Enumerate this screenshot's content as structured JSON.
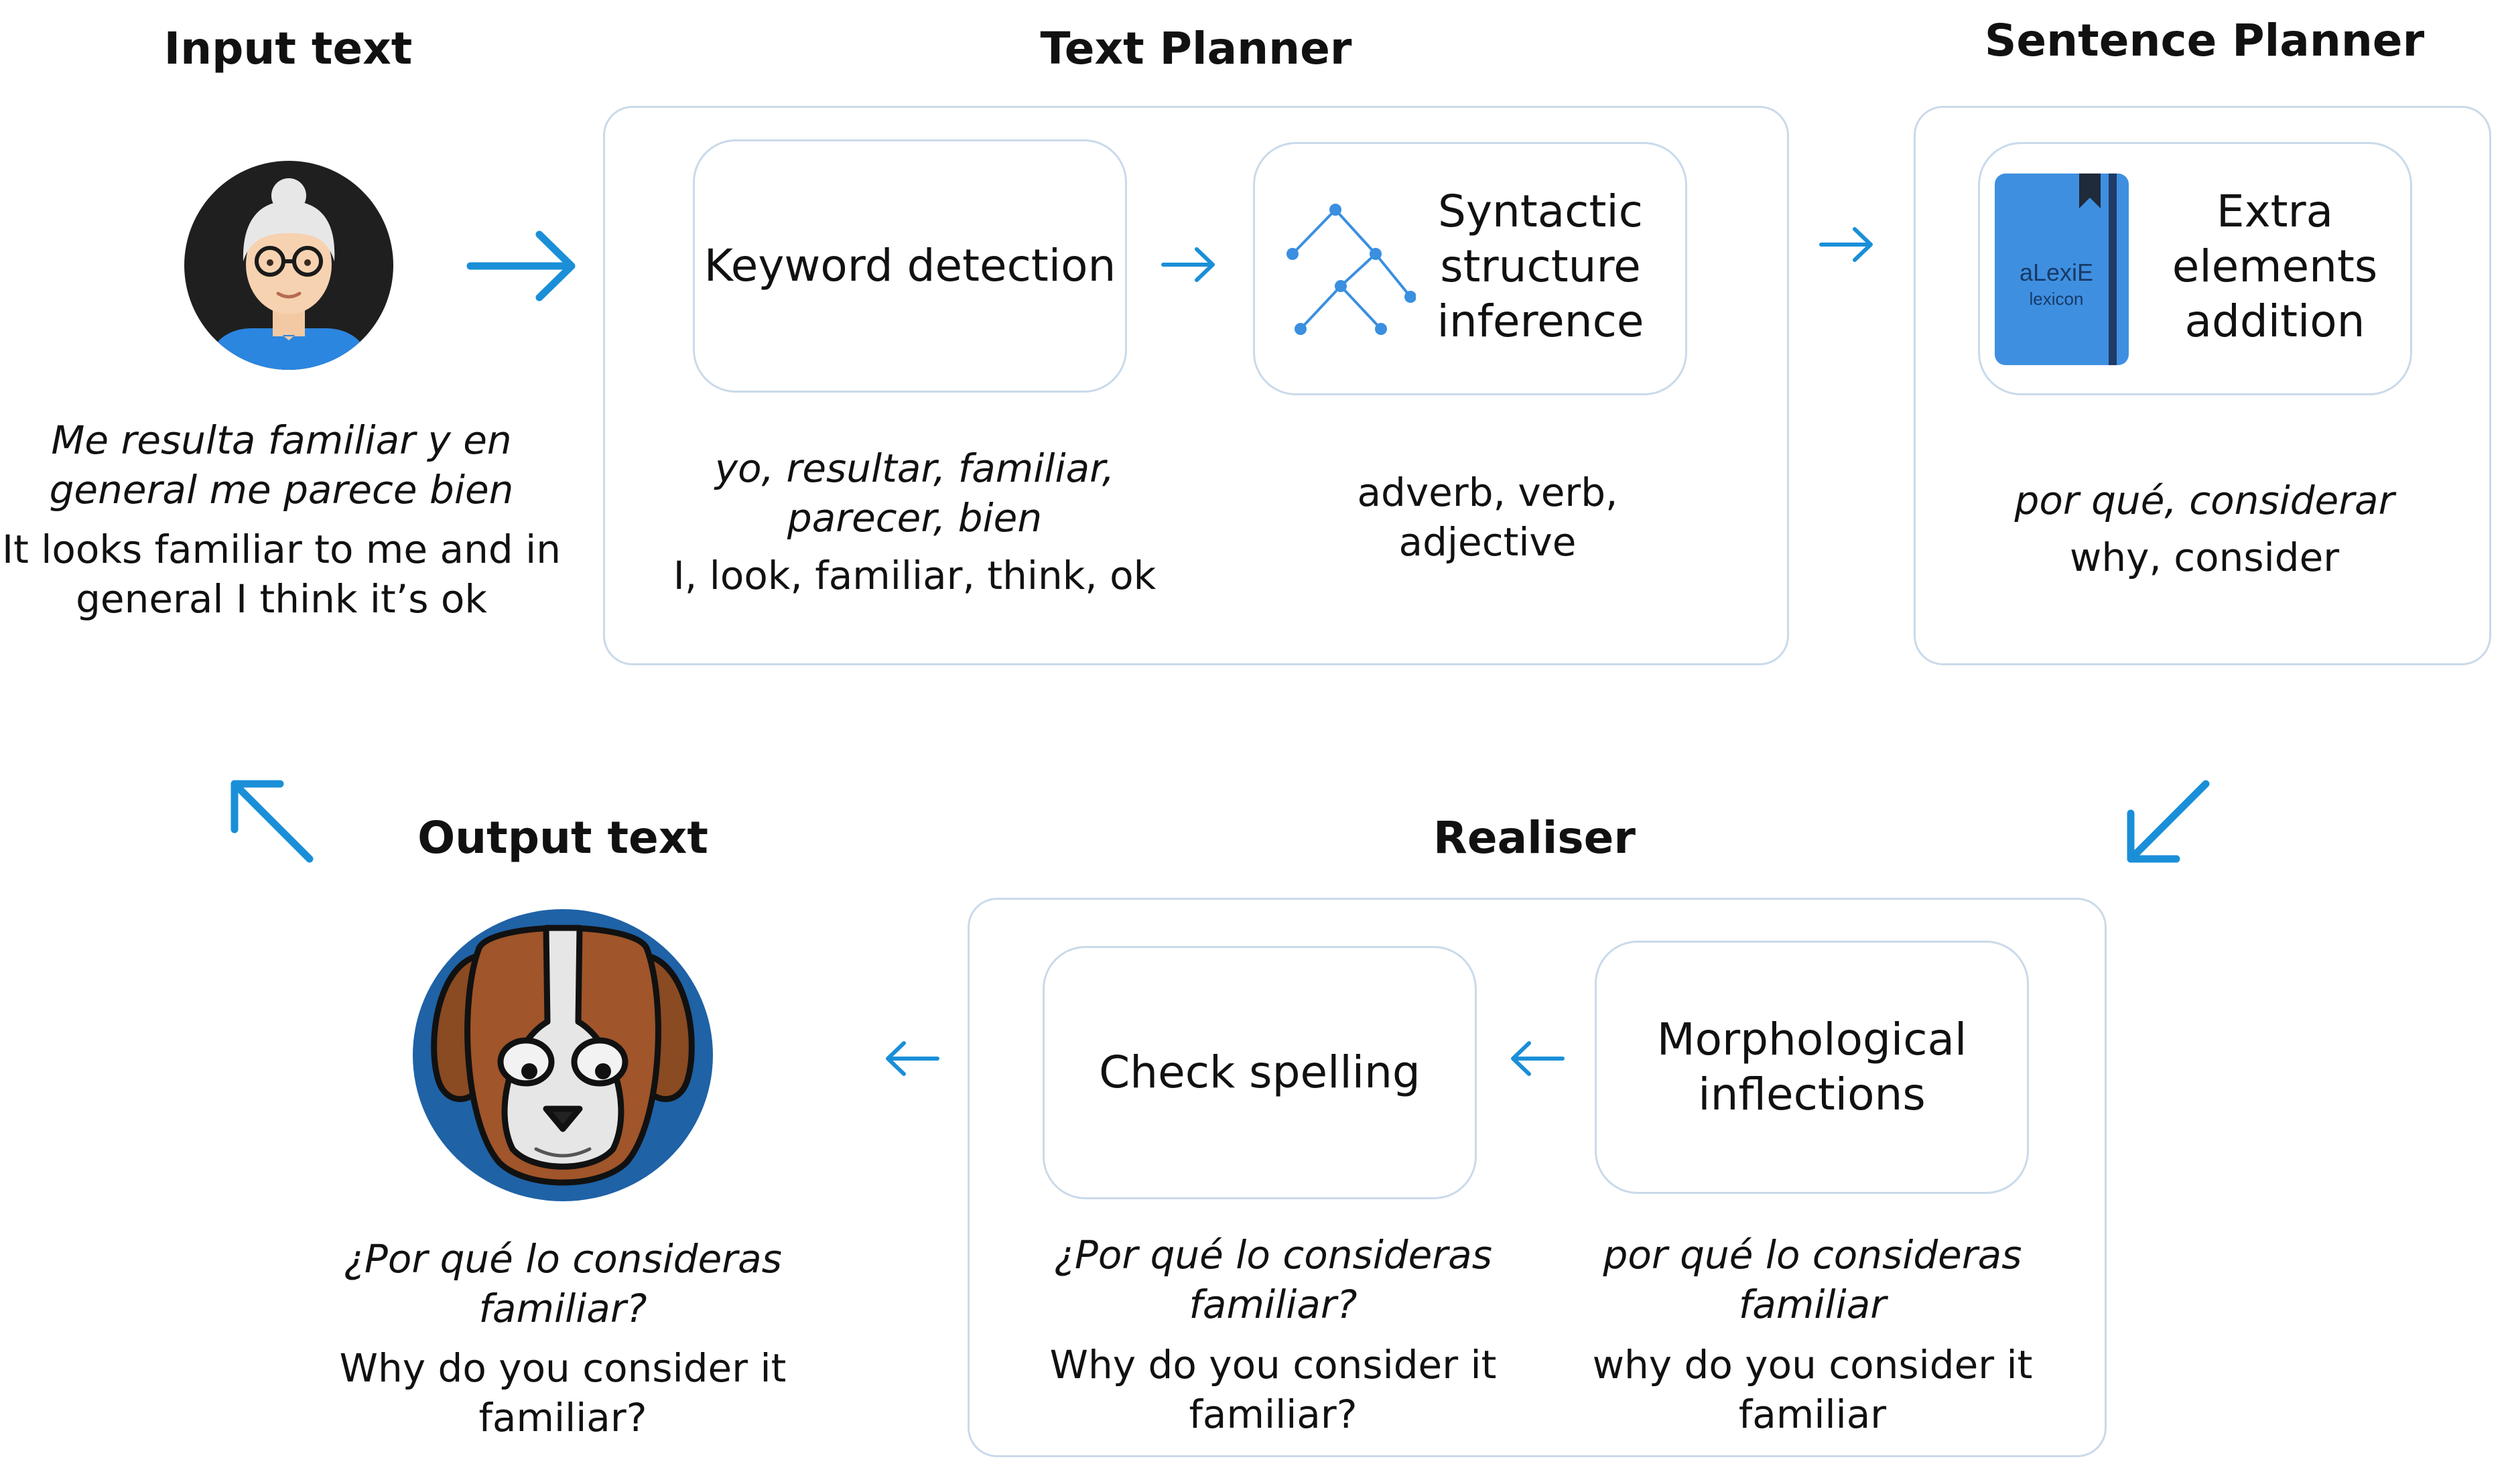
{
  "input": {
    "title": "Input text",
    "spanish": "Me resulta familiar y en general me parece bien",
    "english": "It looks familiar to me and in general I think it’s ok"
  },
  "text_planner": {
    "title": "Text Planner",
    "keyword_card": "Keyword detection",
    "keyword_spanish": "yo, resultar, familiar, parecer, bien",
    "keyword_english": "I, look, familiar, think, ok",
    "syntax_card": "Syntactic structure inference",
    "syntax_output": "adverb, verb, adjective"
  },
  "sentence_planner": {
    "title": "Sentence Planner",
    "book_title": "aLexiE",
    "book_subtitle": "lexicon",
    "card": "Extra elements addition",
    "spanish": "por qué, considerar",
    "english": "why, consider"
  },
  "realiser": {
    "title": "Realiser",
    "morph_card": "Morphological inflections",
    "morph_spanish": "por qué  lo  consideras familiar",
    "morph_english": "why do you consider it familiar",
    "spell_card": "Check spelling",
    "spell_spanish": "¿Por  qué  lo consideras  familiar?",
    "spell_english": "Why do you consider it familiar?"
  },
  "output": {
    "title": "Output text",
    "spanish": "¿Por  qué  lo  consideras familiar?",
    "english": "Why do you consider it familiar?"
  },
  "colors": {
    "accent": "#1a8fd8",
    "border": "#c9daea",
    "book": "#3f8fe0",
    "dog_bg": "#1f62a6"
  },
  "icons": [
    "user-avatar-icon",
    "tree-icon",
    "book-icon",
    "dog-avatar-icon",
    "arrow-icon"
  ]
}
